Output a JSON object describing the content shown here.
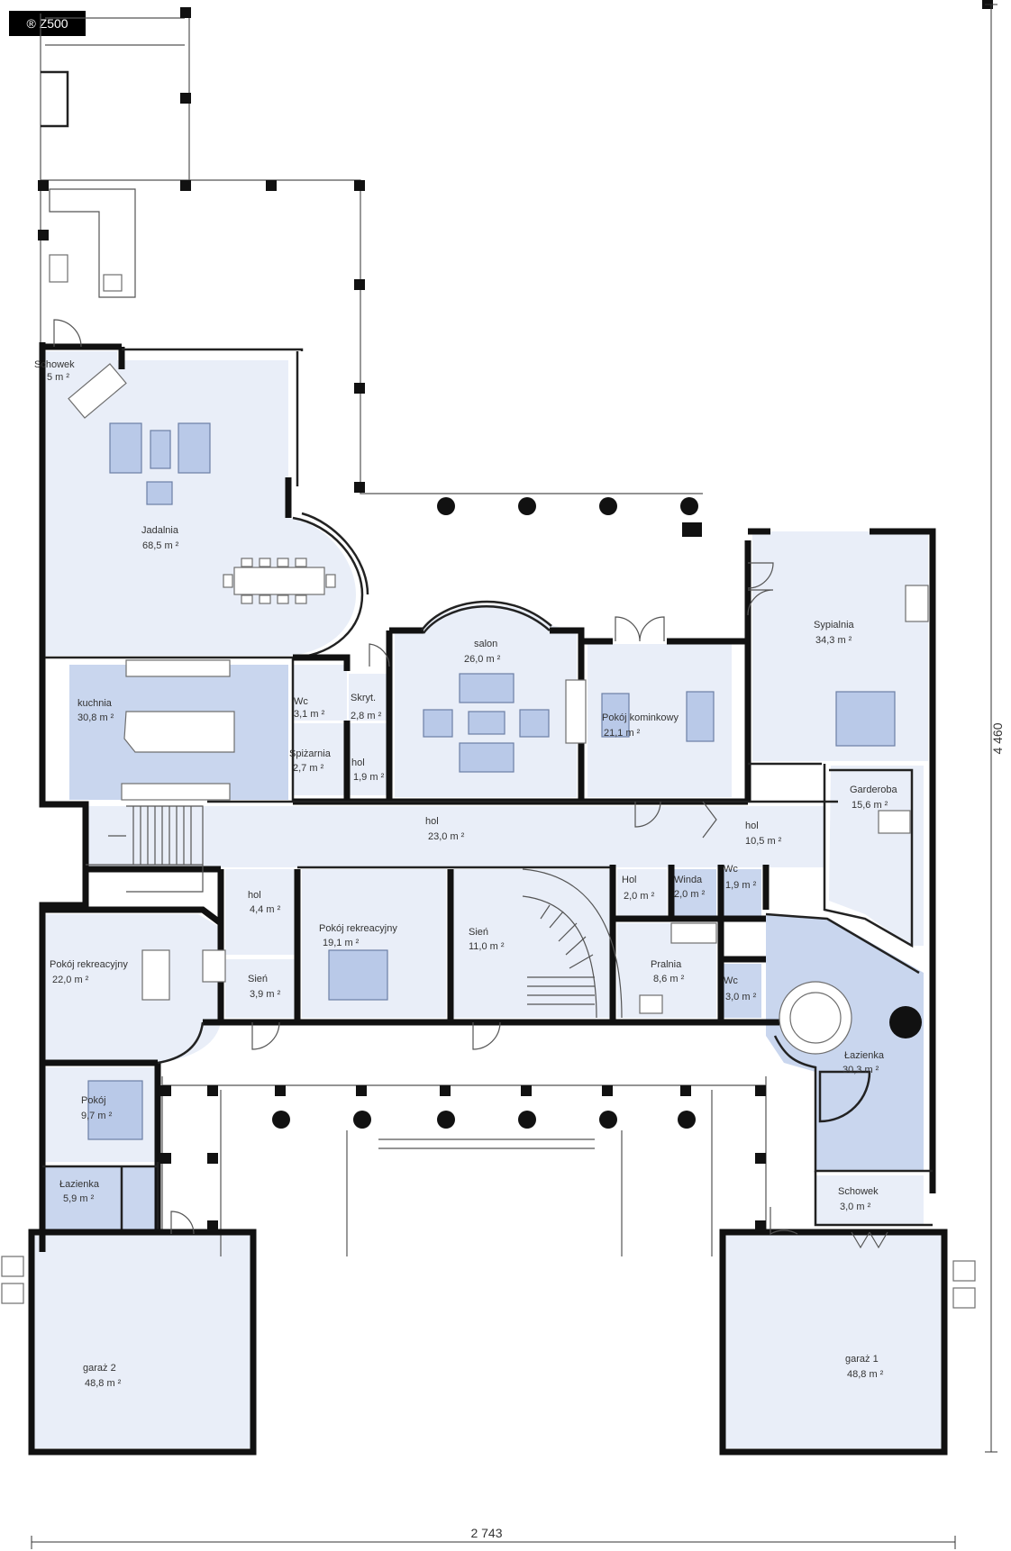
{
  "logo": "® Z500",
  "dimensions": {
    "width": "2 743",
    "height": "4 460"
  },
  "rooms": [
    {
      "id": "schowek1",
      "name": "Schowek",
      "area": "5 m ²"
    },
    {
      "id": "jadalnia",
      "name": "Jadalnia",
      "area": "68,5 m ²"
    },
    {
      "id": "kuchnia",
      "name": "kuchnia",
      "area": "30,8 m ²"
    },
    {
      "id": "wc1",
      "name": "Wc",
      "area": "3,1 m ²"
    },
    {
      "id": "skryt",
      "name": "Skryt.",
      "area": "2,8 m ²"
    },
    {
      "id": "spizarnia",
      "name": "Spiżarnia",
      "area": "2,7 m ²"
    },
    {
      "id": "hol1",
      "name": "hol",
      "area": "1,9 m ²"
    },
    {
      "id": "salon",
      "name": "salon",
      "area": "26,0 m ²"
    },
    {
      "id": "pokoj-kominkowy",
      "name": "Pokój kominkowy",
      "area": "21,1 m ²"
    },
    {
      "id": "sypialnia",
      "name": "Sypialnia",
      "area": "34,3 m ²"
    },
    {
      "id": "garderoba",
      "name": "Garderoba",
      "area": "15,6 m ²"
    },
    {
      "id": "hol-main",
      "name": "hol",
      "area": "23,0 m ²"
    },
    {
      "id": "hol2",
      "name": "hol",
      "area": "10,5 m ²"
    },
    {
      "id": "hol3",
      "name": "hol",
      "area": "4,4 m ²"
    },
    {
      "id": "pokoj-rek1",
      "name": "Pokój rekreacyjny",
      "area": "19,1 m ²"
    },
    {
      "id": "sien1",
      "name": "Sień",
      "area": "11,0 m ²"
    },
    {
      "id": "hol4",
      "name": "Hol",
      "area": "2,0 m ²"
    },
    {
      "id": "winda",
      "name": "Winda",
      "area": "2,0 m ²"
    },
    {
      "id": "wc2",
      "name": "Wc",
      "area": "1,9 m ²"
    },
    {
      "id": "pokoj-rek2",
      "name": "Pokój rekreacyjny",
      "area": "22,0 m ²"
    },
    {
      "id": "sien2",
      "name": "Sień",
      "area": "3,9 m ²"
    },
    {
      "id": "pralnia",
      "name": "Pralnia",
      "area": "8,6 m ²"
    },
    {
      "id": "wc3",
      "name": "Wc",
      "area": "3,0 m ²"
    },
    {
      "id": "lazienka1",
      "name": "Łazienka",
      "area": "30,3 m ²"
    },
    {
      "id": "pokoj",
      "name": "Pokój",
      "area": "9,7 m ²"
    },
    {
      "id": "lazienka2",
      "name": "Łazienka",
      "area": "5,9 m ²"
    },
    {
      "id": "schowek2",
      "name": "Schowek",
      "area": "3,0 m ²"
    },
    {
      "id": "garaz2",
      "name": "garaż 2",
      "area": "48,8 m ²"
    },
    {
      "id": "garaz1",
      "name": "garaż 1",
      "area": "48,8 m ²"
    }
  ]
}
